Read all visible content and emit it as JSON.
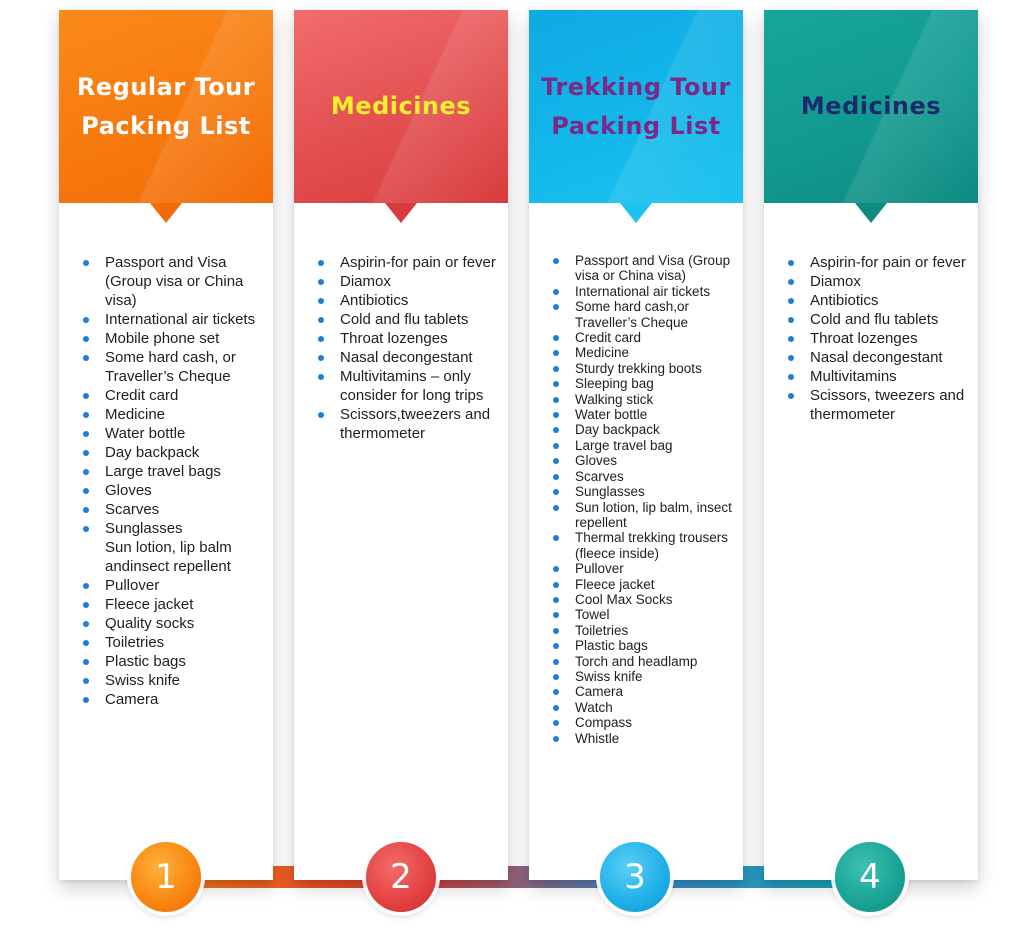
{
  "columns": [
    {
      "title": "Regular Tour\nPacking List",
      "items": [
        "Passport and Visa (Group visa or China visa)",
        "International air tickets",
        "Mobile phone set",
        "Some hard cash, or Traveller’s Cheque",
        "Credit card",
        "Medicine",
        "Water bottle",
        "Day backpack",
        "Large travel bags",
        "Gloves",
        "Scarves",
        "Sunglasses\nSun lotion, lip balm andinsect repellent",
        "Pullover",
        "Fleece jacket",
        "Quality socks",
        "Toiletries",
        "Plastic bags",
        "Swiss knife",
        "Camera"
      ]
    },
    {
      "title": "Medicines",
      "items": [
        "Aspirin-for pain or fever",
        "Diamox",
        "Antibiotics",
        "Cold and flu tablets",
        "Throat lozenges",
        "Nasal decongestant",
        "Multivitamins – only consider for long trips",
        "Scissors,tweezers and thermometer"
      ]
    },
    {
      "title": "Trekking Tour\nPacking List",
      "items": [
        "Passport and Visa (Group visa or China visa)",
        "International air tickets",
        "Some hard cash,or Traveller’s Cheque",
        "Credit card",
        "Medicine",
        "Sturdy trekking boots",
        "Sleeping bag",
        "Walking stick",
        "Water bottle",
        "Day backpack",
        "Large travel bag",
        "Gloves",
        "Scarves",
        "Sunglasses",
        "Sun lotion, lip balm, insect repellent",
        "Thermal trekking trousers (fleece inside)",
        "Pullover",
        "Fleece jacket",
        "Cool Max Socks",
        "Towel",
        "Toiletries",
        "Plastic bags",
        "Torch and headlamp",
        "Swiss knife",
        "Camera",
        "Watch",
        "Compass",
        "Whistle"
      ]
    },
    {
      "title": "Medicines",
      "items": [
        "Aspirin-for pain or fever",
        "Diamox",
        "Antibiotics",
        "Cold and flu tablets",
        "Throat lozenges",
        "Nasal decongestant",
        "Multivitamins",
        "Scissors, tweezers and thermometer"
      ]
    }
  ],
  "steps": [
    "1",
    "2",
    "3",
    "4"
  ],
  "colors": {
    "step1": "#f7840e",
    "step2": "#e14040",
    "step3": "#1eaee8",
    "step4": "#18a295",
    "bullet": "#1b7fd6"
  }
}
